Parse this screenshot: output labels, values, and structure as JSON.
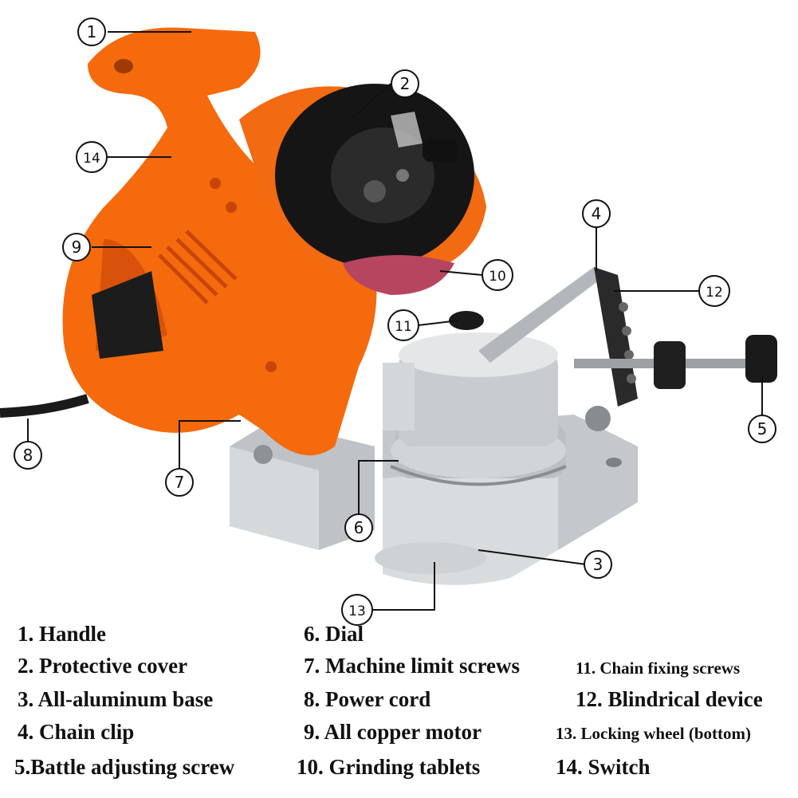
{
  "callouts": [
    {
      "num": "1"
    },
    {
      "num": "2"
    },
    {
      "num": "3"
    },
    {
      "num": "4"
    },
    {
      "num": "5"
    },
    {
      "num": "6"
    },
    {
      "num": "7"
    },
    {
      "num": "8"
    },
    {
      "num": "9"
    },
    {
      "num": "10"
    },
    {
      "num": "11"
    },
    {
      "num": "12"
    },
    {
      "num": "13"
    },
    {
      "num": "14"
    }
  ],
  "legend": {
    "col1": [
      "1. Handle",
      "2. Protective cover",
      "3. All-aluminum base",
      "4. Chain clip",
      "5.Battle adjusting screw"
    ],
    "col2": [
      "6. Dial",
      "7. Machine limit screws",
      "8. Power cord",
      "9. All copper motor",
      "10. Grinding tablets"
    ],
    "col3": [
      "11. Chain fixing screws",
      "12. Blindrical device",
      "13. Locking wheel (bottom)",
      "14. Switch"
    ]
  },
  "colors": {
    "body": "#f56a0d",
    "body_dark": "#c8450a",
    "cover": "#1a1a1a",
    "aluminum": "#c9ccd0",
    "grinding_wheel": "#b8455f"
  }
}
